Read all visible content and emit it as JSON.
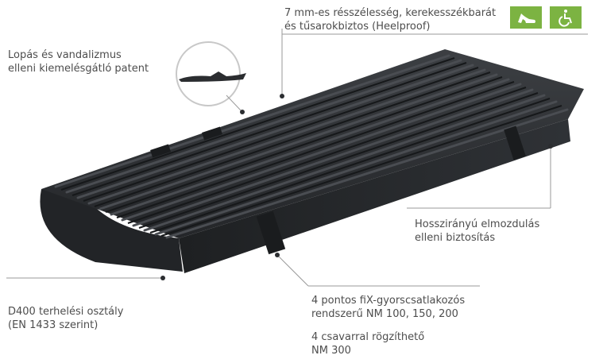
{
  "labels": {
    "heelproof": [
      "7 mm-es résszélesség, kerekesszékbarát",
      "és tűsarokbiztos (Heelproof)"
    ],
    "anti_theft": [
      "Lopás és vandalizmus",
      "elleni kiemelésgátló patent"
    ],
    "longitudinal": [
      "Hosszirányú elmozdulás",
      "elleni biztosítás"
    ],
    "load_class": [
      "D400 terhelési osztály",
      "(EN 1433 szerint)"
    ],
    "quick_connect": [
      "4 pontos fiX-gyorscsatlakozós",
      "rendszerű NM 100, 150, 200"
    ],
    "screw_fix": [
      "4 csavarral rögzíthető",
      "NM 300"
    ]
  },
  "icons": {
    "heel": "high-heel-icon",
    "wheelchair": "wheelchair-icon"
  },
  "colors": {
    "badge_green": "#7cb342",
    "grate": "#2b2d30",
    "leader": "#9a9a9a"
  }
}
